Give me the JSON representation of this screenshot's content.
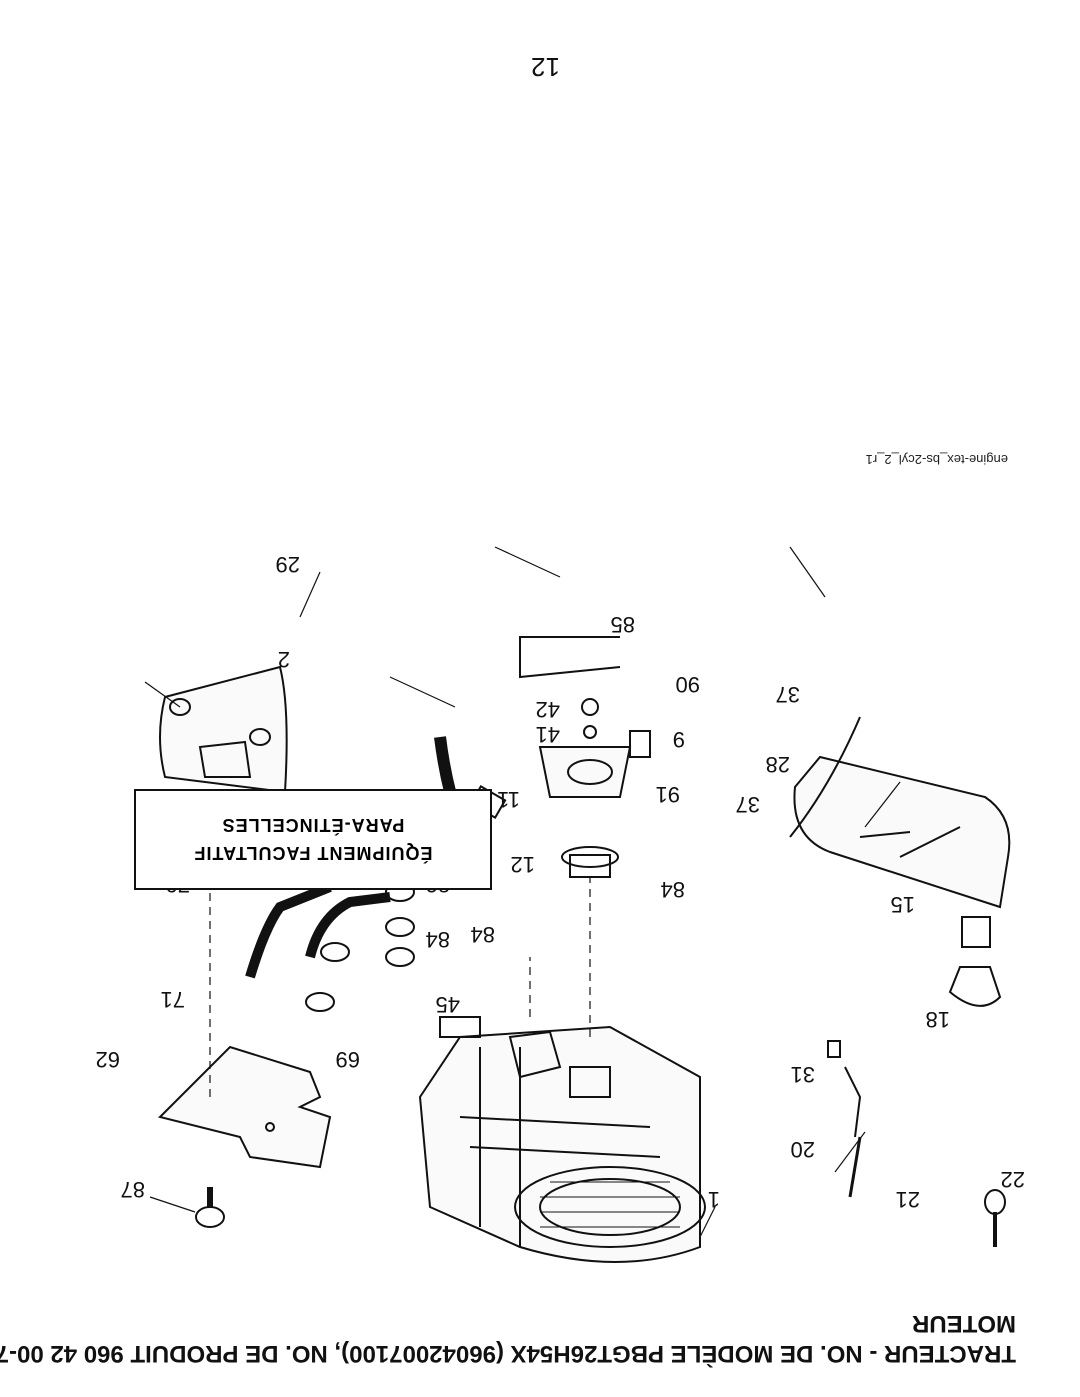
{
  "header": {
    "title_line1": "TRACTEUR - NO. DE MODÈLE PBGT26H54X (96042007100), NO. DE PRODUIT 960 42 00-71",
    "title_line2": "MOTEUR"
  },
  "footer": {
    "page_number": "12",
    "file_reference": "engine-tex_bs-2cyl_2_r1"
  },
  "optional_box": {
    "line1": "ÉQUIPMENT FACULTATIF",
    "line2": "PARA-ÉTINCELLES"
  },
  "part_labels": [
    "1",
    "2",
    "9",
    "11",
    "12",
    "15",
    "18",
    "20",
    "21",
    "22",
    "28",
    "29",
    "31",
    "37",
    "37",
    "41",
    "42",
    "45",
    "62",
    "69",
    "70",
    "71",
    "79",
    "81",
    "82",
    "84",
    "84",
    "84",
    "85",
    "87",
    "90",
    "91"
  ]
}
